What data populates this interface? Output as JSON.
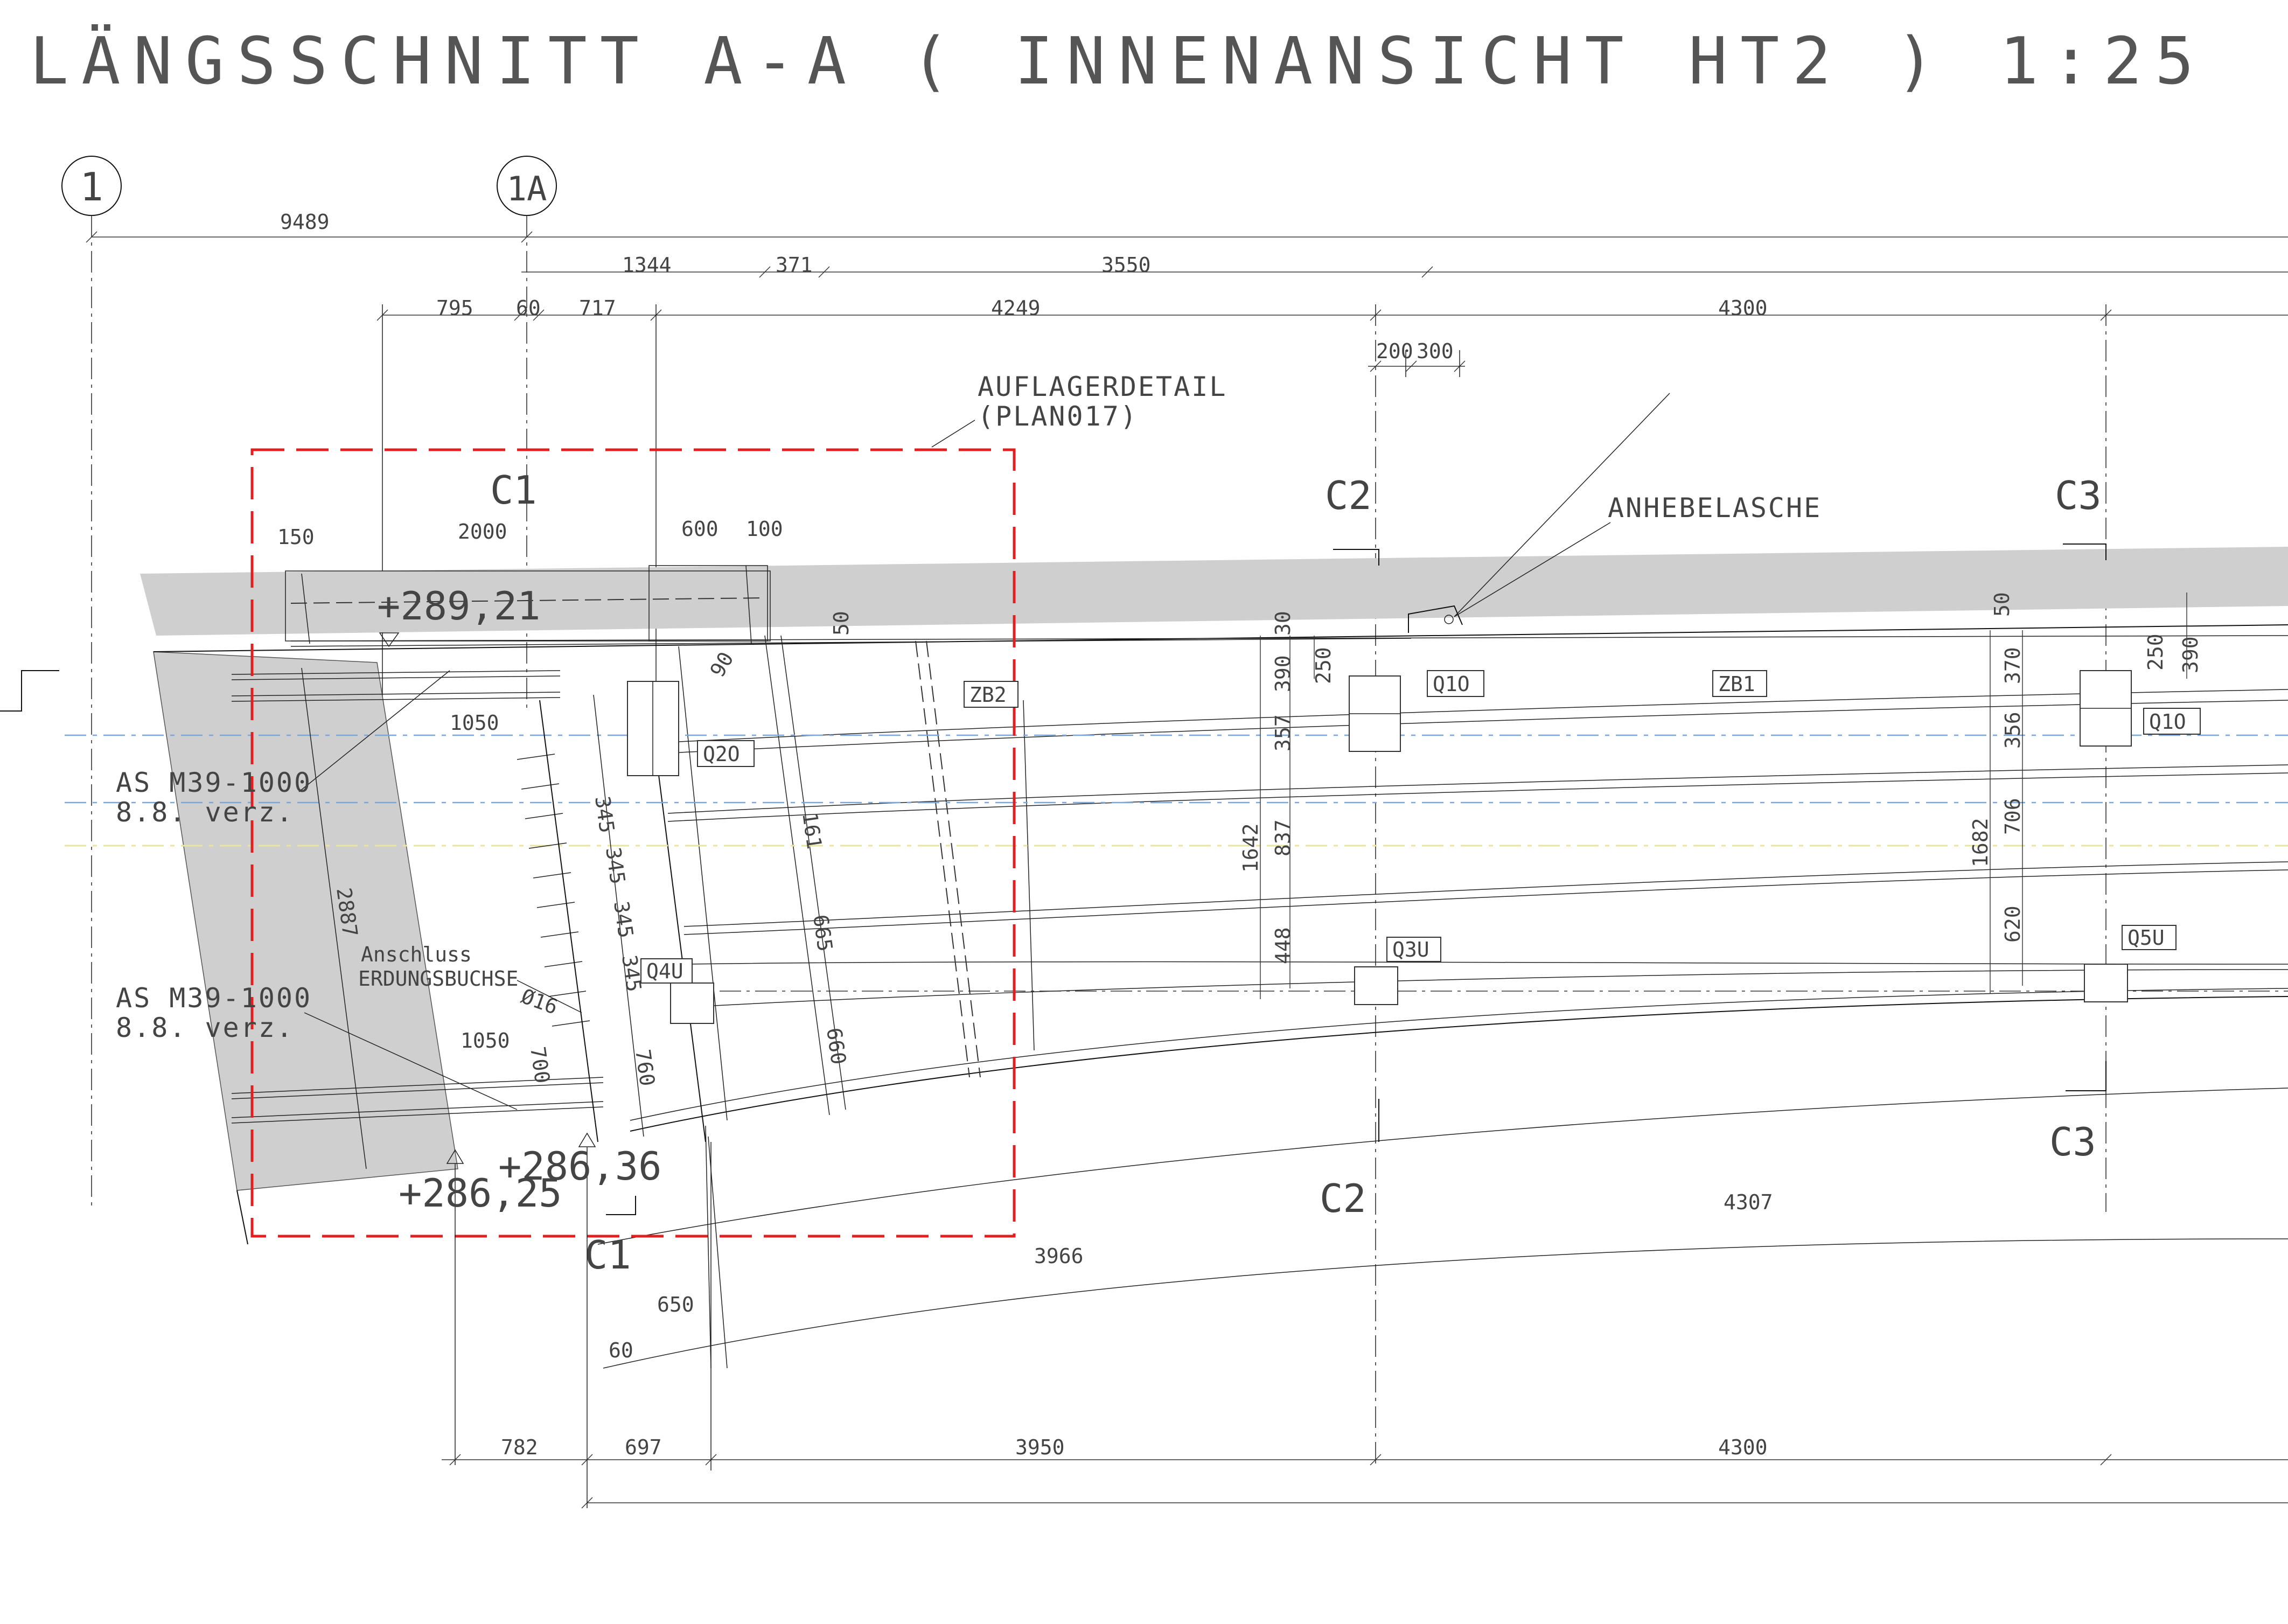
{
  "title": "LÄNGSSCHNITT  A-A  ( INNENANSICHT HT2 )  1:25",
  "axes": {
    "axis1": "1",
    "axis1a": "1A"
  },
  "top_dimensions": {
    "row1": [
      "9489"
    ],
    "row2": [
      "1344",
      "371",
      "3550"
    ],
    "row3": [
      "795",
      "60",
      "717",
      "4249",
      "4300"
    ],
    "row4": [
      "200",
      "300"
    ]
  },
  "detail_note": {
    "line1": "AUFLAGERDETAIL",
    "line2": "(PLAN017)"
  },
  "lifting_lug": "ANHEBELASCHE",
  "section_marks": {
    "c1_top": "C1",
    "c1_bottom": "C1",
    "c2_top": "C2",
    "c2_bottom": "C2",
    "c3_top": "C3",
    "c3_bottom": "C3"
  },
  "bearing_dims": {
    "d150": "150",
    "d2000": "2000",
    "d600": "600",
    "d100": "100",
    "d50": "50",
    "d90": "90",
    "d1050a": "1050",
    "d1050b": "1050",
    "d2887": "2887",
    "d345a": "345",
    "d345b": "345",
    "d345c": "345",
    "d345d": "345",
    "d161": "161",
    "d665": "665",
    "d660": "660",
    "d760": "760",
    "d700": "700",
    "d16": "Ø16"
  },
  "elevations": {
    "top": "+289,21",
    "bottom_a": "+286,36",
    "bottom_b": "+286,25"
  },
  "anchor_a": {
    "line1": "AS M39-1000",
    "line2": "8.8. verz."
  },
  "anchor_b": {
    "line1": "AS M39-1000",
    "line2": "8.8. verz."
  },
  "grounding": {
    "line1": "Anschluss",
    "line2": "ERDUNGSBUCHSE"
  },
  "plate_tags": {
    "zb2": "ZB2",
    "zb1": "ZB1",
    "q1o_a": "Q1O",
    "q1o_b": "Q1O",
    "q2o": "Q2O",
    "q3u": "Q3U",
    "q4u": "Q4U",
    "q5u": "Q5U"
  },
  "web_dims_c2": {
    "d30": "30",
    "d250": "250",
    "d390": "390",
    "d357": "357",
    "d1642": "1642",
    "d837": "837",
    "d448": "448"
  },
  "web_dims_c3": {
    "d50": "50",
    "d370": "370",
    "d250": "250",
    "d390": "390",
    "d356": "356",
    "d1682": "1682",
    "d706": "706",
    "d620": "620"
  },
  "bottom_dims": {
    "d4307": "4307",
    "d3966": "3966",
    "d650": "650",
    "d60": "60",
    "row": [
      "782",
      "697",
      "3950",
      "4300"
    ]
  }
}
